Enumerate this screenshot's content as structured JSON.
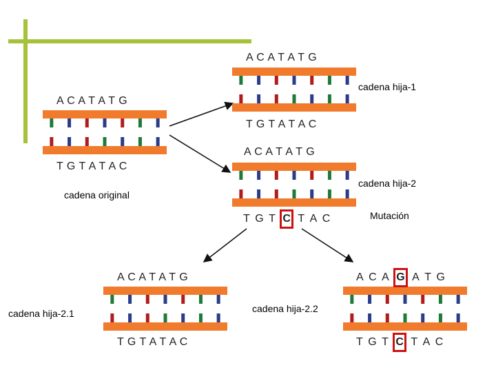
{
  "colors": {
    "backbone": "#f07b2c",
    "bars": [
      "#1f7a3a",
      "#2a3c8a",
      "#b01c1c",
      "#2a2a2a"
    ],
    "decor": "#a6c23a",
    "highlight": "#cc1111"
  },
  "original": {
    "top_seq": "A C A T A T G",
    "bottom_seq": "T G T A T A C",
    "label": "cadena original"
  },
  "hija1": {
    "top_seq": "A C A T A T G",
    "label": "cadena hija-1",
    "bottom_seq": "T G T A T A C"
  },
  "hija2": {
    "top_seq": "A C A T A T G",
    "label": "cadena hija-2",
    "bottom_chars": [
      "T",
      "G",
      "T",
      "C",
      "T",
      "A",
      "C"
    ],
    "mutated_index": 3,
    "mutation_label": "Mutación"
  },
  "hija21": {
    "top_seq": "A C A T A T G",
    "label": "cadena hija-2.1",
    "bottom_seq": "T G T A T A C"
  },
  "hija22": {
    "top_chars": [
      "A",
      "C",
      "A",
      "G",
      "A",
      "T",
      "G"
    ],
    "top_mutated_index": 3,
    "label": "cadena hija-2.2",
    "bottom_chars": [
      "T",
      "G",
      "T",
      "C",
      "T",
      "A",
      "C"
    ],
    "bottom_mutated_index": 3
  }
}
